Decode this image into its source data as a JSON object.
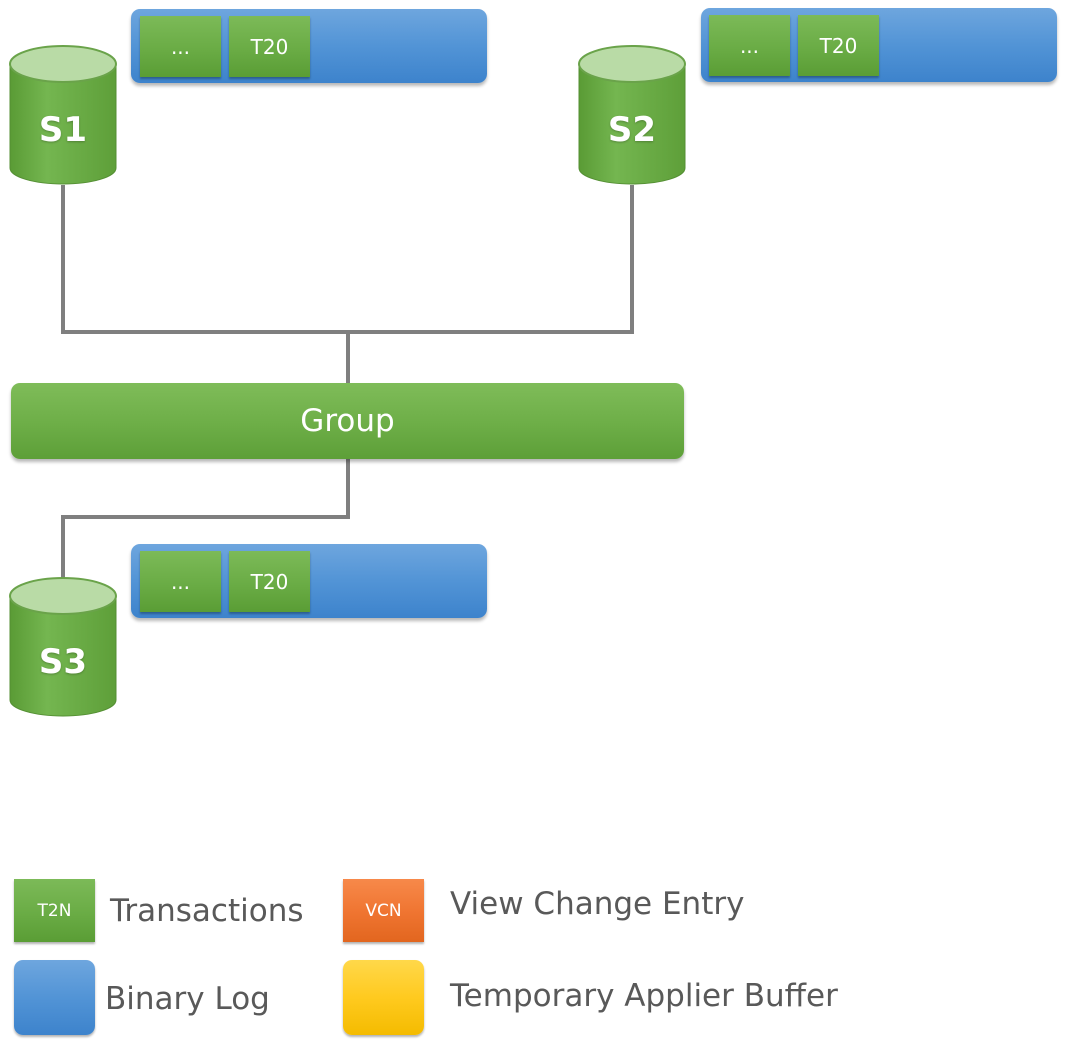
{
  "servers": [
    {
      "id": "s1",
      "label": "S1",
      "binlog": {
        "entries": [
          "...",
          "T20"
        ]
      }
    },
    {
      "id": "s2",
      "label": "S2",
      "binlog": {
        "entries": [
          "...",
          "T20"
        ]
      }
    },
    {
      "id": "s3",
      "label": "S3",
      "binlog": {
        "entries": [
          "...",
          "T20"
        ]
      }
    }
  ],
  "group": {
    "label": "Group"
  },
  "legend": [
    {
      "swatch_label": "T2N",
      "text": "Transactions",
      "color": "#6aac45"
    },
    {
      "swatch_label": "",
      "text": "Binary Log",
      "color": "#5294d6"
    },
    {
      "swatch_label": "VCN",
      "text": "View Change Entry",
      "color": "#ef7430"
    },
    {
      "swatch_label": "",
      "text": "Temporary Applier Buffer",
      "color": "#ffca1f"
    }
  ],
  "colors": {
    "server": "#6aac45",
    "binlog": "#5294d6",
    "connector": "#7f7f7f",
    "legend_text": "#595959"
  }
}
